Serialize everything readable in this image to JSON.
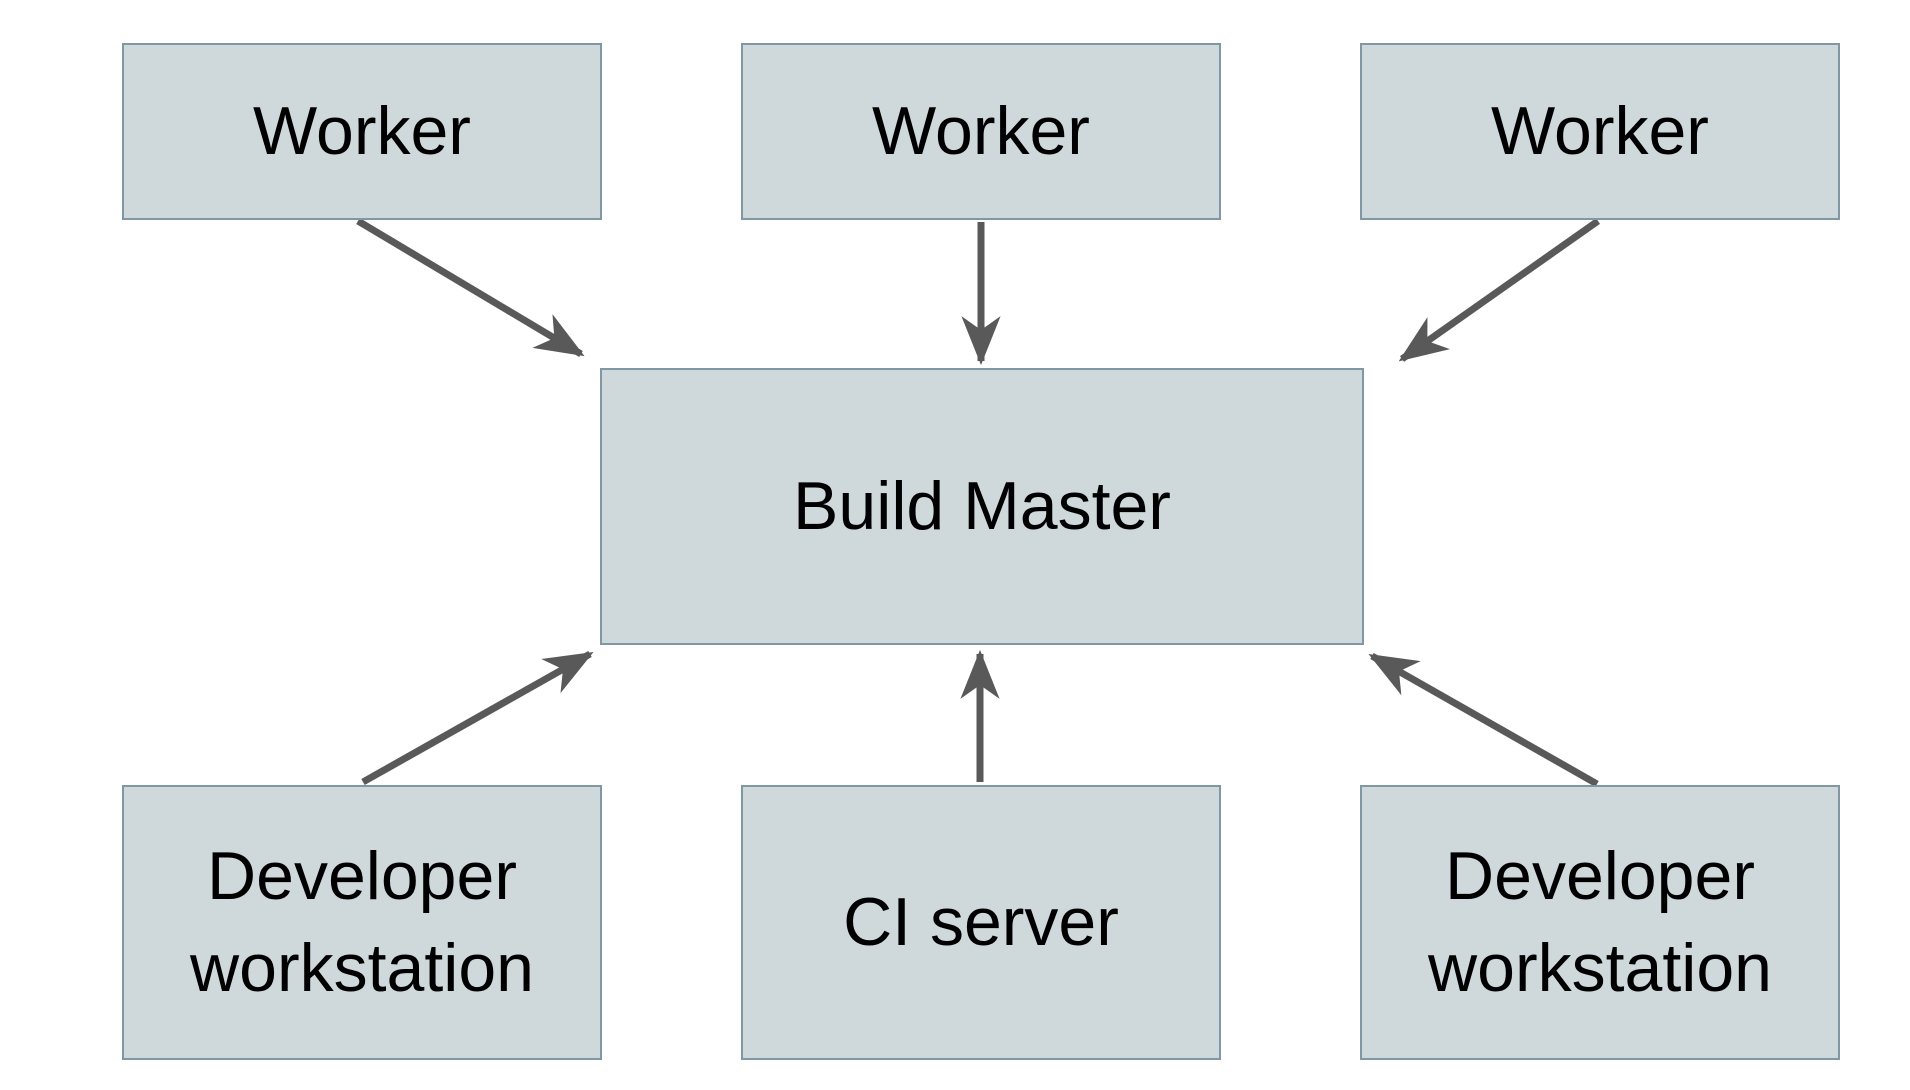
{
  "diagram": {
    "nodes": [
      {
        "id": "worker-1",
        "label": "Worker"
      },
      {
        "id": "worker-2",
        "label": "Worker"
      },
      {
        "id": "worker-3",
        "label": "Worker"
      },
      {
        "id": "build-master",
        "label": "Build Master"
      },
      {
        "id": "developer-workstation-left",
        "label": "Developer workstation"
      },
      {
        "id": "ci-server",
        "label": "CI server"
      },
      {
        "id": "developer-workstation-right",
        "label": "Developer workstation"
      }
    ],
    "edges": [
      {
        "from": "worker-1",
        "to": "build-master"
      },
      {
        "from": "worker-2",
        "to": "build-master"
      },
      {
        "from": "worker-3",
        "to": "build-master"
      },
      {
        "from": "developer-workstation-left",
        "to": "build-master"
      },
      {
        "from": "ci-server",
        "to": "build-master"
      },
      {
        "from": "developer-workstation-right",
        "to": "build-master"
      }
    ],
    "colors": {
      "background": "#ffffff",
      "node_fill": "#cfd8da",
      "node_border": "#7f98a3",
      "arrow": "#595959",
      "text": "#000000"
    }
  }
}
